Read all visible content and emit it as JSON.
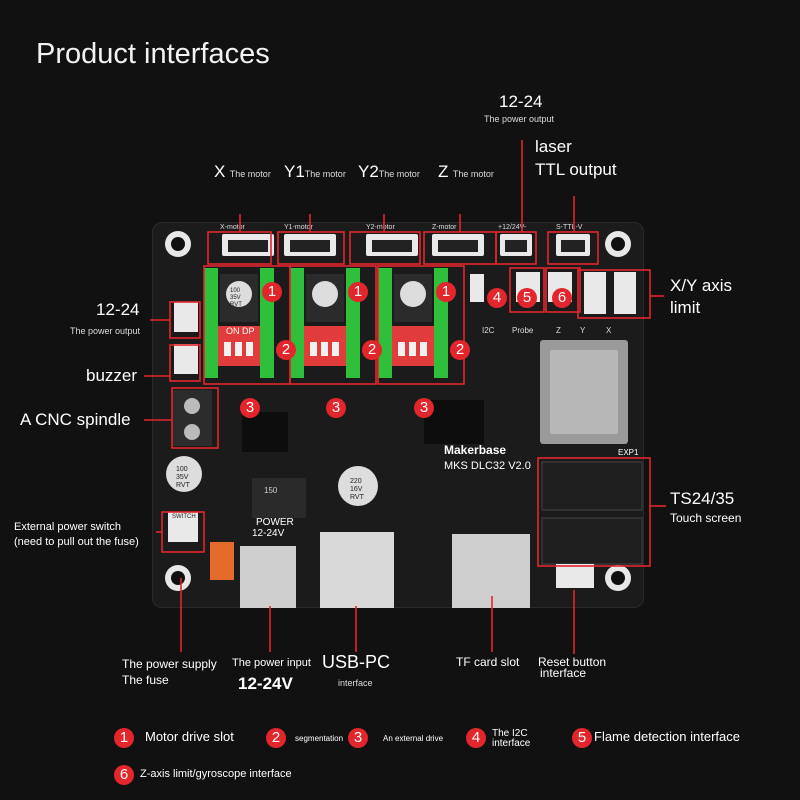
{
  "title": "Product interfaces",
  "top_labels": {
    "x_motor": {
      "letter": "X",
      "text": "The motor"
    },
    "y1_motor": {
      "letter": "Y1",
      "text": "The motor"
    },
    "y2_motor": {
      "letter": "Y2",
      "text": "The motor"
    },
    "z_motor": {
      "letter": "Z",
      "text": "The motor"
    },
    "power_out_top": {
      "big": "12-24",
      "small": "The power output"
    },
    "laser": {
      "line1": "laser",
      "line2": "TTL output"
    }
  },
  "side_labels": {
    "power_out_left": {
      "big": "12-24",
      "small": "The power output"
    },
    "buzzer": "buzzer",
    "spindle": "A CNC spindle",
    "power_switch": {
      "line1": "External power switch",
      "line2": "(need to pull out the fuse)"
    },
    "xy_limit": {
      "line1": "X/Y axis",
      "line2": "limit"
    },
    "ts": {
      "big": "TS24/35",
      "small": "Touch screen"
    }
  },
  "bottom_labels": {
    "fuse": {
      "line1": "The power supply",
      "line2": "The fuse"
    },
    "power_input": {
      "small": "The power input",
      "big": "12-24V"
    },
    "usb": {
      "big": "USB-PC",
      "small": "interface"
    },
    "tf": "TF card slot",
    "reset": {
      "line1": "Reset button",
      "line2": "interface"
    }
  },
  "board_text": {
    "brand": "Makerbase",
    "model": "MKS DLC32 V2.0",
    "power": "POWER",
    "power_v": "12-24V",
    "switch": "SWITCH",
    "exp1": "EXP1",
    "i2c": "I2C",
    "probe": "Probe",
    "z": "Z",
    "y": "Y",
    "x": "X",
    "on": "ON",
    "dp": "DP",
    "cap1": "100 35V RVT",
    "cap2": "220 16V RVT",
    "cap3": "100 35V RVT",
    "inductor": "150",
    "x_motor": "X-motor",
    "y1_motor": "Y1-motor",
    "y2_motor": "Y2-motor",
    "z_motor": "Z-motor",
    "v_out": "+12/24V-",
    "laser_hdr": "S-TTL-V"
  },
  "markers": [
    "1",
    "2",
    "3",
    "4",
    "5",
    "6"
  ],
  "legend": [
    {
      "num": "1",
      "text": "Motor drive slot"
    },
    {
      "num": "2",
      "text": "segmentation"
    },
    {
      "num": "3",
      "text": "An external drive"
    },
    {
      "num": "4",
      "text": "The I2C interface"
    },
    {
      "num": "5",
      "text": "Flame detection interface"
    },
    {
      "num": "6",
      "text": "Z-axis limit/gyroscope interface"
    }
  ],
  "colors": {
    "accent": "#e3262b",
    "driver_green": "#2fbf3a",
    "switch_red": "#e23b3b",
    "board": "#1b1b1b",
    "background": "#111111"
  }
}
